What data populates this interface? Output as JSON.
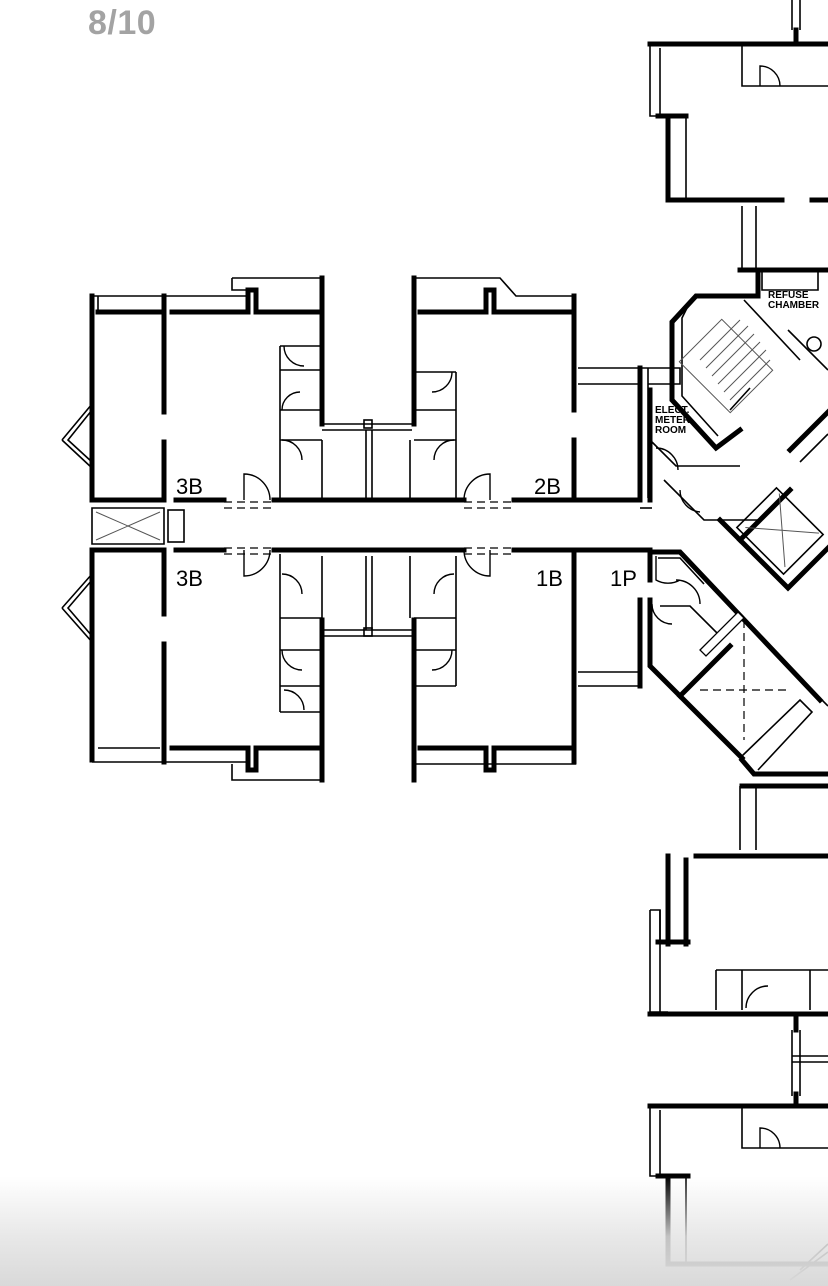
{
  "viewer": {
    "page_counter": "8/10"
  },
  "plan": {
    "units": {
      "u3b_top": "3B",
      "u2b": "2B",
      "u3b_bottom": "3B",
      "u1b": "1B",
      "u1p": "1P"
    },
    "rooms": {
      "refuse_line1": "REFUSE",
      "refuse_line2": "CHAMBER",
      "elect_line1": "ELECT.",
      "elect_line2": "METER",
      "elect_line3": "ROOM"
    }
  }
}
